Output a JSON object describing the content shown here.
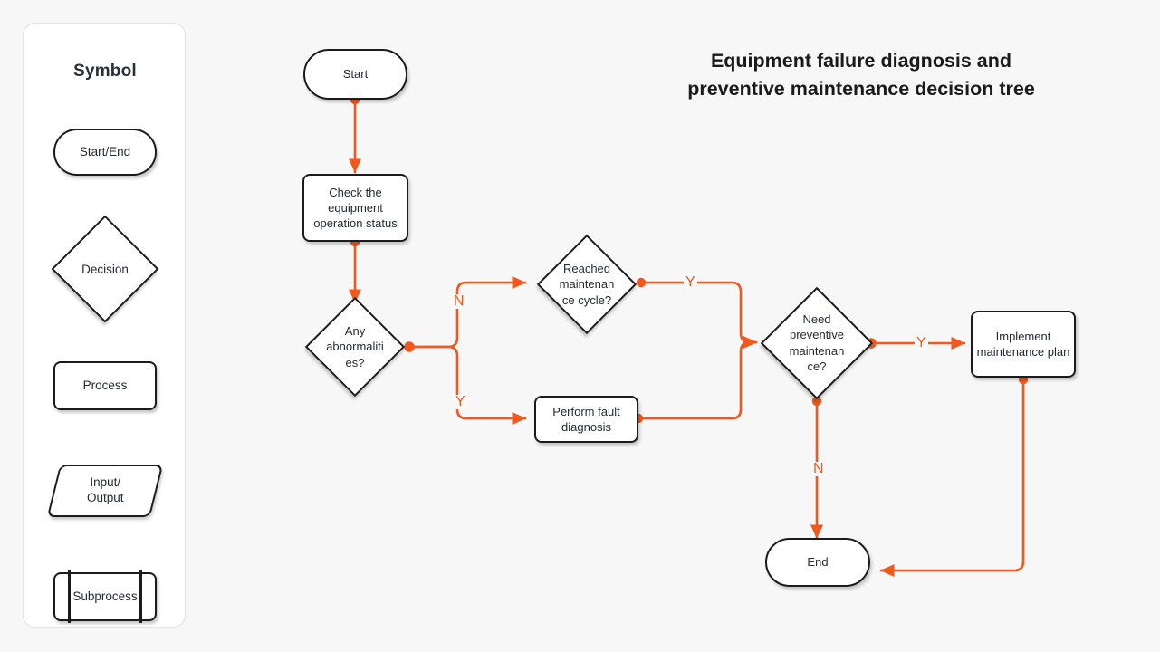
{
  "theme": {
    "background": "#f7f7f7",
    "panel_background": "#ffffff",
    "panel_border": "#e3e3e3",
    "node_border": "#1b1b1b",
    "node_fill": "#ffffff",
    "connector": "#f0581d",
    "text": "#232a33",
    "title_text": "#1a1a1a"
  },
  "legend": {
    "title": "Symbol",
    "items": [
      {
        "name": "start-end",
        "label": "Start/End",
        "shape": "terminator"
      },
      {
        "name": "decision",
        "label": "Decision",
        "shape": "diamond"
      },
      {
        "name": "process",
        "label": "Process",
        "shape": "rectangle"
      },
      {
        "name": "input-output",
        "label": "Input/\nOutput",
        "shape": "parallelogram"
      },
      {
        "name": "subprocess",
        "label": "Subprocess",
        "shape": "subprocess"
      }
    ]
  },
  "title": {
    "line1": "Equipment failure diagnosis and",
    "line2": "preventive maintenance decision tree",
    "full": "Equipment failure diagnosis and preventive maintenance decision tree"
  },
  "flowchart": {
    "type": "decision-tree",
    "nodes": [
      {
        "id": "start",
        "label": "Start",
        "shape": "terminator"
      },
      {
        "id": "check",
        "label": "Check the equipment operation status",
        "shape": "process"
      },
      {
        "id": "abnormal",
        "label": "Any\nabnormaliti\nes?",
        "shape": "decision"
      },
      {
        "id": "cycle",
        "label": "Reached\nmaintenan\nce cycle?",
        "shape": "decision"
      },
      {
        "id": "diagnosis",
        "label": "Perform fault diagnosis",
        "shape": "process"
      },
      {
        "id": "need",
        "label": "Need\npreventive\nmaintenan\nce?",
        "shape": "decision"
      },
      {
        "id": "implement",
        "label": "Implement maintenance plan",
        "shape": "process"
      },
      {
        "id": "end",
        "label": "End",
        "shape": "terminator"
      }
    ],
    "edges": [
      {
        "from": "start",
        "to": "check",
        "label": ""
      },
      {
        "from": "check",
        "to": "abnormal",
        "label": ""
      },
      {
        "from": "abnormal",
        "to": "cycle",
        "label": "N"
      },
      {
        "from": "abnormal",
        "to": "diagnosis",
        "label": "Y"
      },
      {
        "from": "cycle",
        "to": "need",
        "label": "Y"
      },
      {
        "from": "diagnosis",
        "to": "need",
        "label": ""
      },
      {
        "from": "need",
        "to": "implement",
        "label": "Y"
      },
      {
        "from": "need",
        "to": "end",
        "label": "N"
      },
      {
        "from": "implement",
        "to": "end",
        "label": ""
      }
    ],
    "edge_labels": {
      "abnormal_no": "N",
      "abnormal_yes": "Y",
      "cycle_yes": "Y",
      "need_yes": "Y",
      "need_no": "N"
    }
  }
}
